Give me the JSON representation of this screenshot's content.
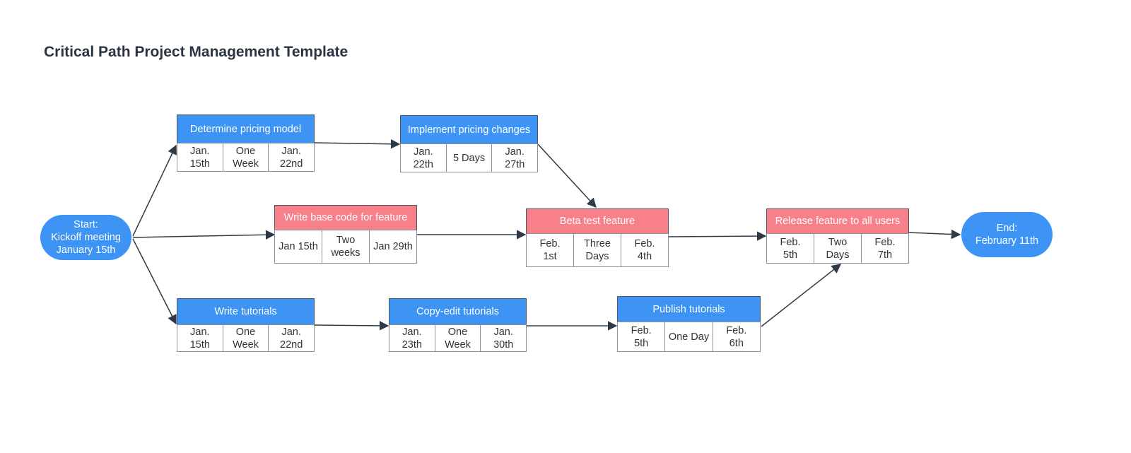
{
  "title": "Critical Path Project Management Template",
  "colors": {
    "blue": "#3d94f5",
    "red": "#f7808a",
    "edge": "#2f3a48"
  },
  "start": {
    "lines": [
      "Start:",
      "Kickoff meeting",
      "January 15th"
    ]
  },
  "end": {
    "lines": [
      "End:",
      "February 11th"
    ]
  },
  "tasks": [
    {
      "id": "pricing-model",
      "color": "blue",
      "title": "Determine pricing model",
      "start": "Jan.\n15th",
      "duration": "One\nWeek",
      "finish": "Jan.\n22nd"
    },
    {
      "id": "pricing-changes",
      "color": "blue",
      "title": "Implement pricing changes",
      "start": "Jan.\n22th",
      "duration": "5 Days",
      "finish": "Jan.\n27th"
    },
    {
      "id": "base-code",
      "color": "red",
      "title": "Write base code for feature",
      "start": "Jan 15th",
      "duration": "Two\nweeks",
      "finish": "Jan 29th"
    },
    {
      "id": "beta-test",
      "color": "red",
      "title": "Beta test feature",
      "start": "Feb.\n1st",
      "duration": "Three\nDays",
      "finish": "Feb.\n4th"
    },
    {
      "id": "release",
      "color": "red",
      "title": "Release feature to all users",
      "start": "Feb.\n5th",
      "duration": "Two Days",
      "finish": "Feb.\n7th"
    },
    {
      "id": "write-tutorials",
      "color": "blue",
      "title": "Write tutorials",
      "start": "Jan.\n15th",
      "duration": "One\nWeek",
      "finish": "Jan.\n22nd"
    },
    {
      "id": "copy-edit",
      "color": "blue",
      "title": "Copy-edit tutorials",
      "start": "Jan.\n23th",
      "duration": "One\nWeek",
      "finish": "Jan.\n30th"
    },
    {
      "id": "publish",
      "color": "blue",
      "title": "Publish tutorials",
      "start": "Feb.\n5th",
      "duration": "One Day",
      "finish": "Feb.\n6th"
    }
  ],
  "edges": [
    {
      "from": "start",
      "to": "pricing-model"
    },
    {
      "from": "start",
      "to": "base-code"
    },
    {
      "from": "start",
      "to": "write-tutorials"
    },
    {
      "from": "pricing-model",
      "to": "pricing-changes"
    },
    {
      "from": "pricing-changes",
      "to": "beta-test"
    },
    {
      "from": "base-code",
      "to": "beta-test"
    },
    {
      "from": "beta-test",
      "to": "release"
    },
    {
      "from": "release",
      "to": "end"
    },
    {
      "from": "write-tutorials",
      "to": "copy-edit"
    },
    {
      "from": "copy-edit",
      "to": "publish"
    },
    {
      "from": "publish",
      "to": "release"
    }
  ]
}
